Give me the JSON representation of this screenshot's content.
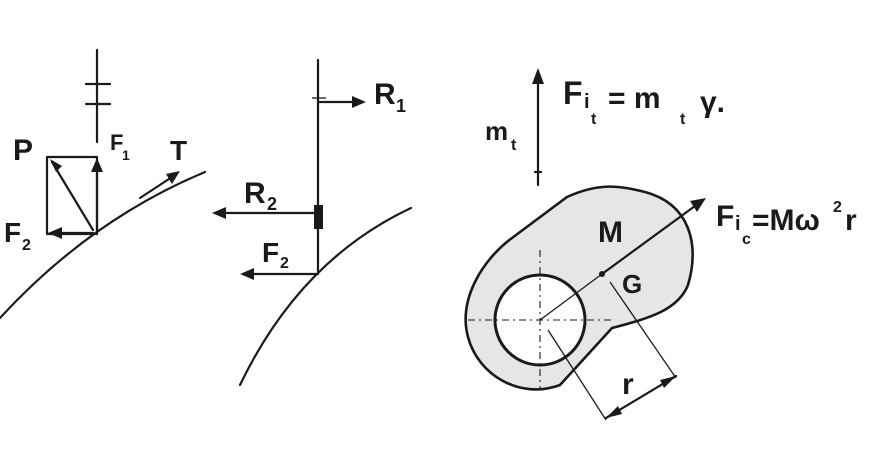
{
  "panel_left": {
    "label_p": "P",
    "label_f1": "F",
    "label_f1_sub": "1",
    "label_t": "T",
    "label_f2": "F",
    "label_f2_sub": "2"
  },
  "panel_middle": {
    "label_r1": "R",
    "label_r1_sub": "1",
    "label_r2": "R",
    "label_r2_sub": "2",
    "label_f2": "F",
    "label_f2_sub": "2"
  },
  "panel_right": {
    "label_mt": "m",
    "label_mt_sub": "t",
    "equation_fit_left": "F",
    "equation_fit_sub": "i",
    "equation_fit_subsub": "t",
    "equation_fit_right": "= m",
    "equation_fit_right_sub": "t",
    "equation_fit_gamma": "γ.",
    "label_m": "M",
    "label_g": "G",
    "label_r": "r",
    "equation_fic_left": "F",
    "equation_fic_sub": "i",
    "equation_fic_subsub": "c",
    "equation_fic_right": "=Mω",
    "equation_fic_sup": "2",
    "equation_fic_end": "r"
  },
  "colors": {
    "ink": "#1a1a1a",
    "part_fill": "#e6e6e6",
    "background": "#ffffff"
  }
}
